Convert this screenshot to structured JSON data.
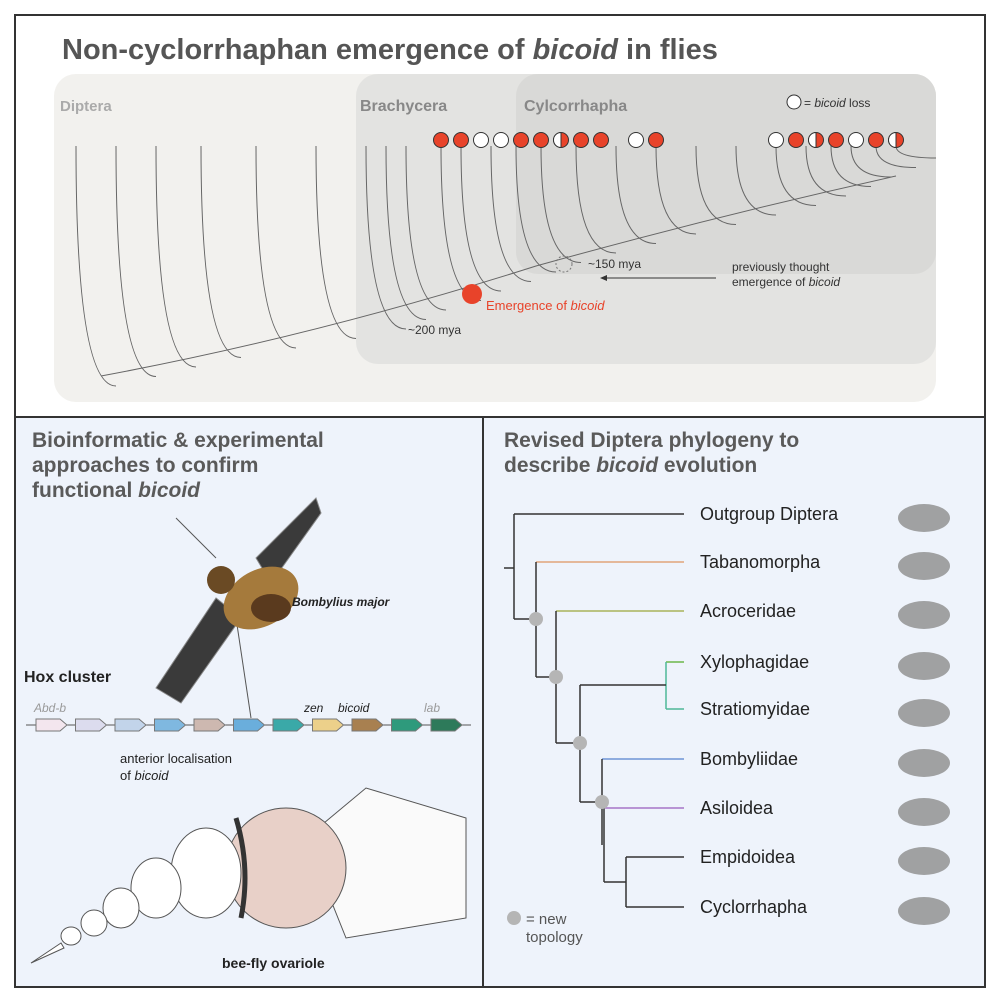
{
  "top": {
    "title_prefix": "Non-cyclorrhaphan emergence of ",
    "title_italic": "bicoid",
    "title_suffix": " in flies",
    "clade_diptera": "Diptera",
    "clade_brachycera": "Brachycera",
    "clade_cyclorrhapha": "Cylcorrhapha",
    "legend_italic": "bicoid",
    "legend_prefix": "= ",
    "legend_suffix": " loss",
    "age_150": "~150 mya",
    "age_200": "~200 mya",
    "prev_line1": "previously thought",
    "prev_line2_prefix": "emergence of ",
    "prev_line2_italic": "bicoid",
    "emergence_prefix": "Emergence of ",
    "emergence_italic": "bicoid",
    "colors": {
      "present": "#e8432a",
      "loss": "#ffffff",
      "background_dark": "#d9d9d9",
      "background_light": "#f2f1ee"
    },
    "tip_states": [
      "present",
      "present",
      "loss",
      "loss",
      "present",
      "present",
      "half",
      "present",
      "present",
      "loss",
      "present",
      "loss",
      "present",
      "half",
      "present",
      "loss",
      "present",
      "half"
    ]
  },
  "left": {
    "title_line1": "Bioinformatic & experimental",
    "title_line2": "approaches to confirm",
    "title_line3_prefix": "functional ",
    "title_line3_italic": "bicoid",
    "species": "Bombylius major",
    "hox_label": "Hox cluster",
    "gene_abdb": "Abd-b",
    "gene_zen": "zen",
    "gene_bicoid": "bicoid",
    "gene_lab": "lab",
    "hox_gene_colors": [
      "#f3e6ee",
      "#dcdcee",
      "#c2d4ea",
      "#7fb8e0",
      "#cdb8b0",
      "#6aaedc",
      "#3aa9a8",
      "#ecd08a",
      "#a88050",
      "#2e9a7c",
      "#2d7a5a"
    ],
    "anterior_line1": "anterior localisation",
    "anterior_line2_prefix": "of ",
    "anterior_line2_italic": "bicoid",
    "ovariole_label": "bee-fly ovariole"
  },
  "right": {
    "title_line1": "Revised Diptera phylogeny to",
    "title_line2_prefix": "describe ",
    "title_line2_italic": "bicoid",
    "title_line2_suffix": " evolution",
    "taxa": [
      {
        "name": "Outgroup Diptera",
        "color": "#333333"
      },
      {
        "name": "Tabanomorpha",
        "color": "#e0a47a"
      },
      {
        "name": "Acroceridae",
        "color": "#a9b35a"
      },
      {
        "name": "Xylophagidae",
        "color": "#6cb84a"
      },
      {
        "name": "Stratiomyidae",
        "color": "#4fb898"
      },
      {
        "name": "Bombyliidae",
        "color": "#6f95d6"
      },
      {
        "name": "Asiloidea",
        "color": "#a675c8"
      },
      {
        "name": "Empidoidea",
        "color": "#333333"
      },
      {
        "name": "Cyclorrhapha",
        "color": "#333333"
      }
    ],
    "legend_line1": "= new",
    "legend_line2": "topology",
    "node_color": "#b5b5b5"
  }
}
